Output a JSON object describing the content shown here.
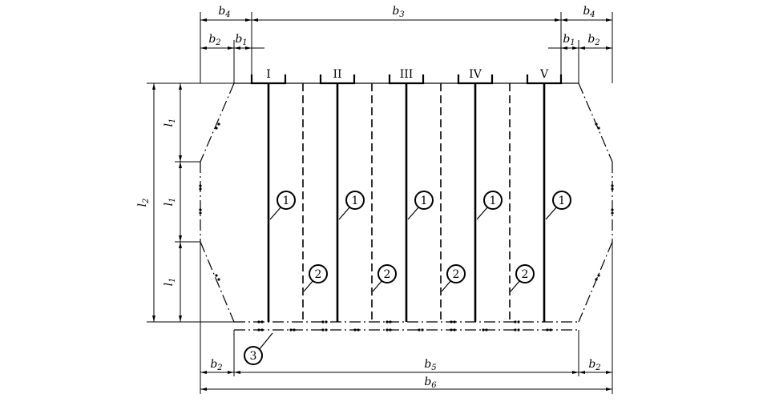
{
  "dimensions": {
    "b1": "b1",
    "b2": "b2",
    "b3": "b3",
    "b4": "b4",
    "b5": "b5",
    "b6": "b6",
    "l1": "l1",
    "l2": "l2"
  },
  "columns": [
    "I",
    "II",
    "III",
    "IV",
    "V"
  ],
  "markers": {
    "m1": "1",
    "m2": "2",
    "m3": "3"
  },
  "colors": {
    "line": "#000000",
    "background": "#ffffff"
  }
}
